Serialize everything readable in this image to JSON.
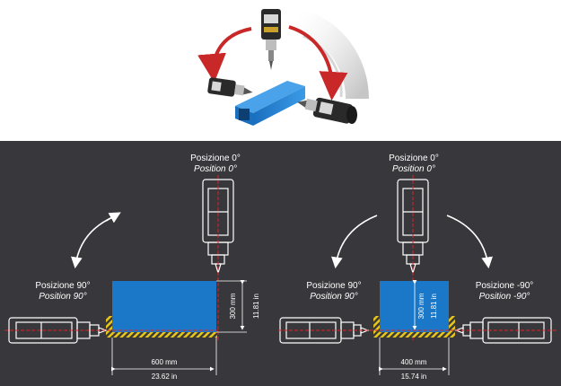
{
  "colors": {
    "panel": "#38383c",
    "block": "#1b78c8",
    "fixture_stripe": "#e8c61a",
    "axis_dash": "#e02020",
    "arrow_red": "#c82828",
    "head": "#ffffff"
  },
  "top_illustration": {
    "icons": [
      "spindle-head-vertical",
      "spindle-head-left",
      "spindle-head-right",
      "blue-square-tube",
      "red-rotation-arrow"
    ]
  },
  "left": {
    "pos0": {
      "it": "Posizione 0°",
      "en": "Position 0°"
    },
    "pos90": {
      "it": "Posizione 90°",
      "en": "Position 90°"
    },
    "width_mm": "600 mm",
    "width_in": "23.62 in",
    "height_mm": "300 mm",
    "height_in": "11.81 in"
  },
  "right": {
    "pos0": {
      "it": "Posizione 0°",
      "en": "Position 0°"
    },
    "pos90": {
      "it": "Posizione 90°",
      "en": "Position 90°"
    },
    "posm90": {
      "it": "Posizione -90°",
      "en": "Position -90°"
    },
    "width_mm": "400 mm",
    "width_in": "15.74 in",
    "height_mm": "300 mm",
    "height_in": "11.81 in"
  }
}
